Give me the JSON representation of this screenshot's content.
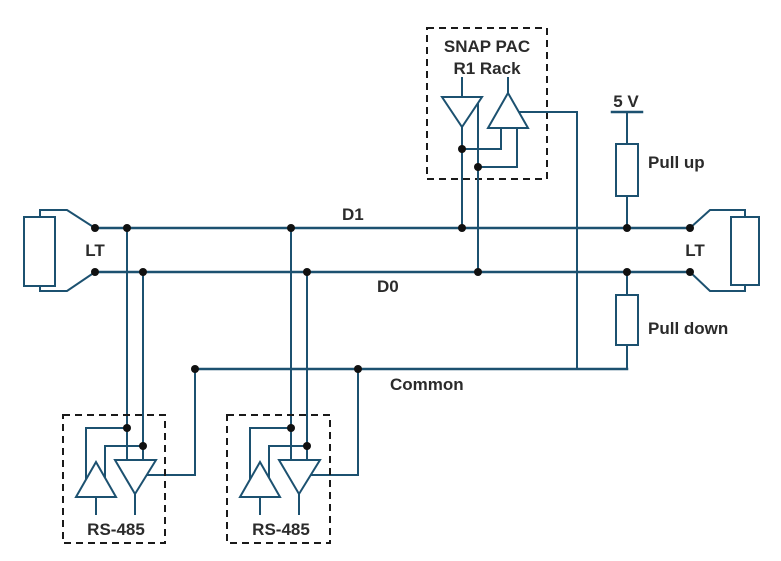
{
  "diagram": {
    "title_hint": "RS-485 serial bus wiring diagram",
    "snap_pac_box": {
      "label_line1": "SNAP PAC",
      "label_line2": "R1 Rack"
    },
    "bus": {
      "d1_label": "D1",
      "d0_label": "D0",
      "common_label": "Common"
    },
    "pull_up": {
      "voltage_label": "5 V",
      "label": "Pull up"
    },
    "pull_down": {
      "label": "Pull down"
    },
    "left_terminator": {
      "label": "LT"
    },
    "right_terminator": {
      "label": "LT"
    },
    "rs485_boxes": [
      {
        "label": "RS-485"
      },
      {
        "label": "RS-485"
      }
    ],
    "colors": {
      "wire": "#1c5170",
      "junction_dot": "#111111",
      "dashed_box": "#1a1a1a",
      "text": "#2b2b2b",
      "background": "#ffffff"
    }
  }
}
